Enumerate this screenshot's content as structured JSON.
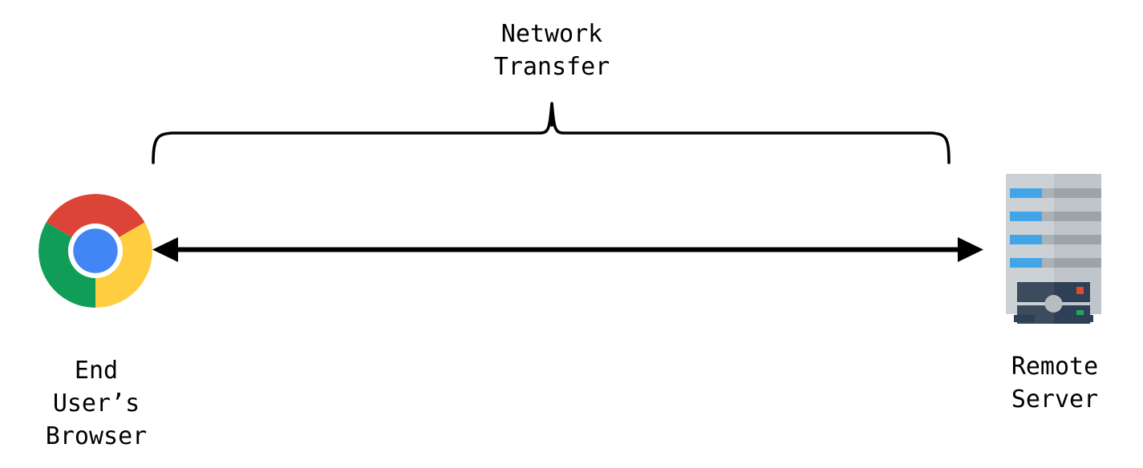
{
  "diagram": {
    "title": "Network Transfer",
    "nodes": [
      {
        "id": "browser",
        "label": "End\nUser’s\nBrowser",
        "icon": "chrome-logo-icon"
      },
      {
        "id": "server",
        "label": "Remote\nServer",
        "icon": "server-rack-icon"
      }
    ],
    "connector": {
      "label": "Network\nTransfer",
      "type": "double-headed-arrow",
      "brace": "curly-brace-up",
      "direction": "bidirectional"
    },
    "colors": {
      "line": "#000000",
      "background": "#ffffff",
      "text": "#000000",
      "chrome_red": "#db4437",
      "chrome_yellow": "#ffcd40",
      "chrome_green": "#0f9d58",
      "chrome_blue": "#4285f4",
      "chrome_blue_ring": "#ffffff",
      "server_body_light": "#ccd1d6",
      "server_body_dark": "#bfc5cb",
      "server_slot_blue": "#42a5e8",
      "server_slot_gray_light": "#aab2b8",
      "server_slot_gray_dark": "#98a3a6",
      "server_panel": "#3c4b5e",
      "server_panel_dark": "#2e4055",
      "server_knob": "#b6bcc2",
      "server_foot": "#2e4055",
      "led_red": "#e04a32",
      "led_green": "#21a85a"
    }
  }
}
